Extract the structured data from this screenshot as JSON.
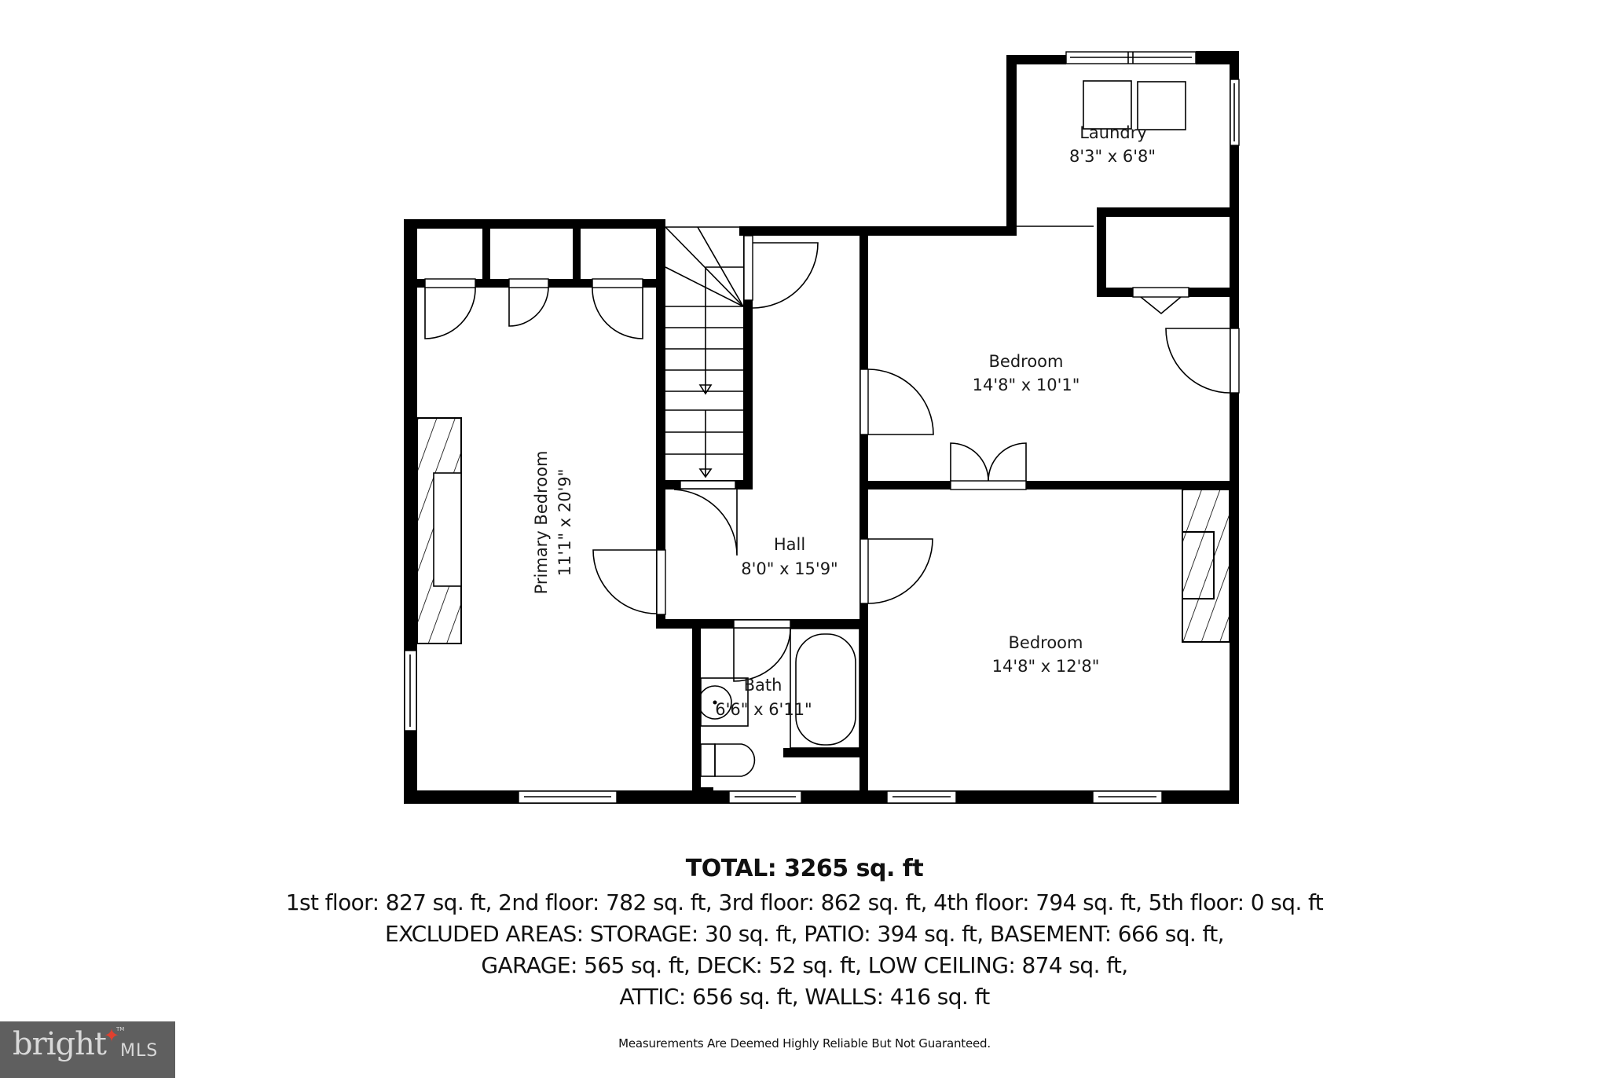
{
  "floorplan": {
    "rooms": [
      {
        "id": "laundry",
        "name": "Laundry",
        "dimensions": "8'3\" x 6'8\""
      },
      {
        "id": "primary_bedroom",
        "name": "Primary Bedroom",
        "dimensions": "11'1\" x 20'9\""
      },
      {
        "id": "hall",
        "name": "Hall",
        "dimensions": "8'0\" x 15'9\""
      },
      {
        "id": "bedroom_upper",
        "name": "Bedroom",
        "dimensions": "14'8\" x 10'1\""
      },
      {
        "id": "bedroom_lower",
        "name": "Bedroom",
        "dimensions": "14'8\" x 12'8\""
      },
      {
        "id": "bath",
        "name": "Bath",
        "dimensions": "6'6\" x 6'11\""
      }
    ],
    "fixtures": [
      "stairs-icon",
      "washer-icon",
      "dryer-icon",
      "bathtub-icon",
      "sink-icon",
      "toilet-icon",
      "fireplace-icon",
      "door-icon",
      "window-icon"
    ]
  },
  "summary": {
    "total": "TOTAL: 3265 sq. ft",
    "floors": "1st floor: 827 sq. ft, 2nd floor: 782 sq. ft, 3rd floor: 862 sq. ft, 4th floor: 794 sq. ft, 5th floor: 0 sq. ft",
    "excluded_1": "EXCLUDED AREAS: STORAGE: 30 sq. ft, PATIO: 394 sq. ft, BASEMENT: 666 sq. ft,",
    "excluded_2": "GARAGE: 565 sq. ft, DECK: 52 sq. ft, LOW CEILING: 874 sq. ft,",
    "excluded_3": "ATTIC: 656 sq. ft, WALLS: 416 sq. ft",
    "disclaimer": "Measurements Are Deemed Highly Reliable But Not Guaranteed."
  },
  "logo": {
    "word": "bright",
    "suffix": "MLS",
    "tm": "TM",
    "bg_color": "#5f5f5f",
    "accent_color": "#e0402e"
  }
}
